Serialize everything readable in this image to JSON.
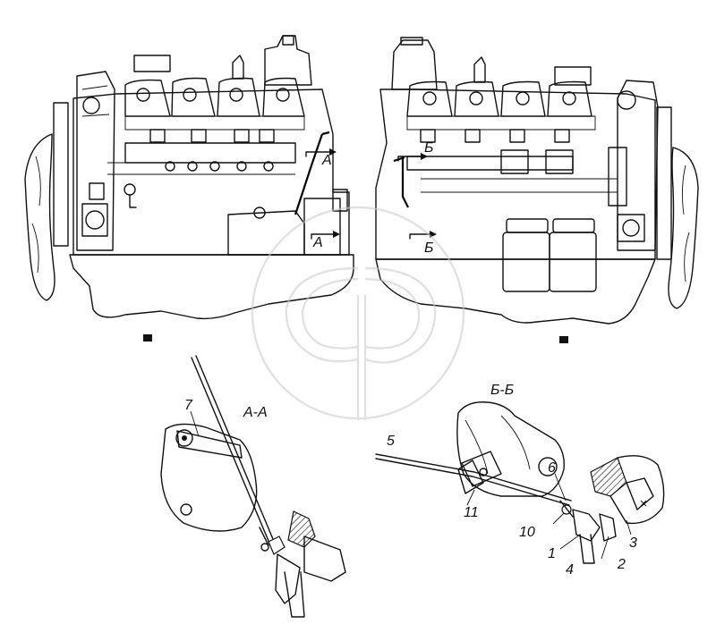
{
  "section_labels": {
    "aa_arrow": "А",
    "bb_arrow": "Б",
    "aa_title": "А-А",
    "bb_title": "Б-Б"
  },
  "callouts": {
    "c1": "1",
    "c2": "2",
    "c3": "3",
    "c4": "4",
    "c5": "5",
    "c6": "6",
    "c7": "7",
    "c10": "10",
    "c11": "11"
  },
  "colors": {
    "ink": "#111111",
    "watermark": "#c9c9c9",
    "background": "#ffffff"
  }
}
